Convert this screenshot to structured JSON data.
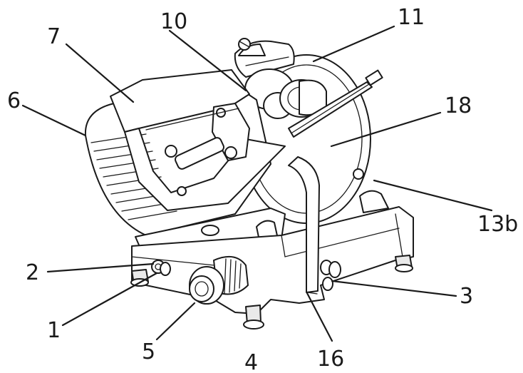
{
  "labels": [
    {
      "id": "1",
      "text": "1"
    },
    {
      "id": "2",
      "text": "2"
    },
    {
      "id": "3",
      "text": "3"
    },
    {
      "id": "4",
      "text": "4"
    },
    {
      "id": "5",
      "text": "5"
    },
    {
      "id": "6",
      "text": "6"
    },
    {
      "id": "7",
      "text": "7"
    },
    {
      "id": "10",
      "text": "10"
    },
    {
      "id": "11",
      "text": "11"
    },
    {
      "id": "13b",
      "text": "13b"
    },
    {
      "id": "16",
      "text": "16"
    },
    {
      "id": "18",
      "text": "18"
    }
  ],
  "colors": {
    "line": "#1a1a1a",
    "background": "#ffffff"
  }
}
